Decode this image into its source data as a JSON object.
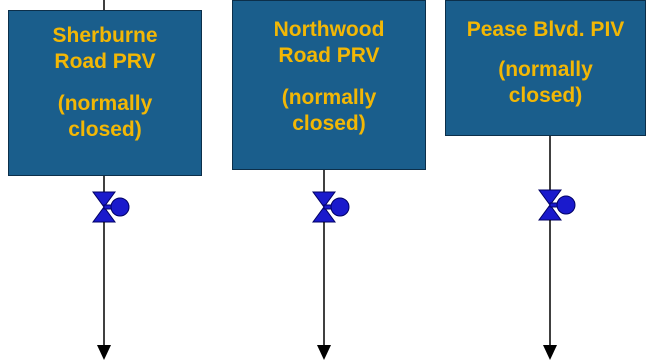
{
  "valves": [
    {
      "name": "Sherburne Road PRV",
      "name_lines": "Sherburne\nRoad PRV",
      "state": "(normally\nclosed)"
    },
    {
      "name": "Northwood Road PRV",
      "name_lines": "Northwood\nRoad PRV",
      "state": "(normally\nclosed)"
    },
    {
      "name": "Pease Blvd. PIV",
      "name_lines": "Pease Blvd. PIV",
      "state": "(normally\nclosed)"
    }
  ],
  "colors": {
    "box_fill": "#1a5e8c",
    "box_text": "#f2b705",
    "valve_fill": "#1a1acc",
    "line": "#000000"
  },
  "icons": [
    "valve-icon",
    "arrow-down-icon"
  ]
}
